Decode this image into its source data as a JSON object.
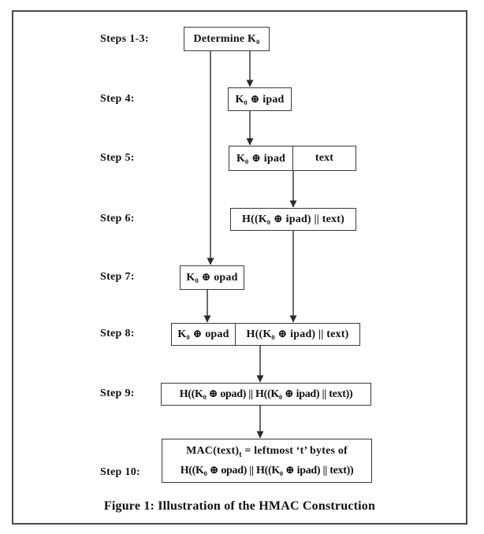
{
  "figure": {
    "caption": "Figure 1: Illustration of the HMAC Construction"
  },
  "steps": [
    {
      "label": "Steps 1-3:",
      "box": {
        "cells": [
          "Determine K₀"
        ]
      }
    },
    {
      "label": "Step 4:",
      "box": {
        "cells": [
          "K₀ ⊕ ipad"
        ]
      }
    },
    {
      "label": "Step 5:",
      "box": {
        "cells": [
          "K₀ ⊕ ipad",
          "text"
        ]
      }
    },
    {
      "label": "Step 6:",
      "box": {
        "cells": [
          "H((K₀ ⊕ ipad) || text)"
        ]
      }
    },
    {
      "label": "Step 7:",
      "box": {
        "cells": [
          "K₀ ⊕ opad"
        ]
      }
    },
    {
      "label": "Step 8:",
      "box": {
        "cells": [
          "K₀ ⊕ opad",
          "H((K₀ ⊕ ipad) || text)"
        ]
      }
    },
    {
      "label": "Step 9:",
      "box": {
        "cells": [
          "H((K₀ ⊕ opad) || H((K₀ ⊕ ipad) || text))"
        ]
      }
    },
    {
      "label": "Step 10:",
      "box": {
        "mac_prefix": "MAC(text)",
        "mac_sub": "t",
        "mac_suffix": " = leftmost ‘t’ bytes of",
        "line2": "H((K₀ ⊕ opad) || H((K₀ ⊕ ipad) || text))"
      }
    }
  ]
}
